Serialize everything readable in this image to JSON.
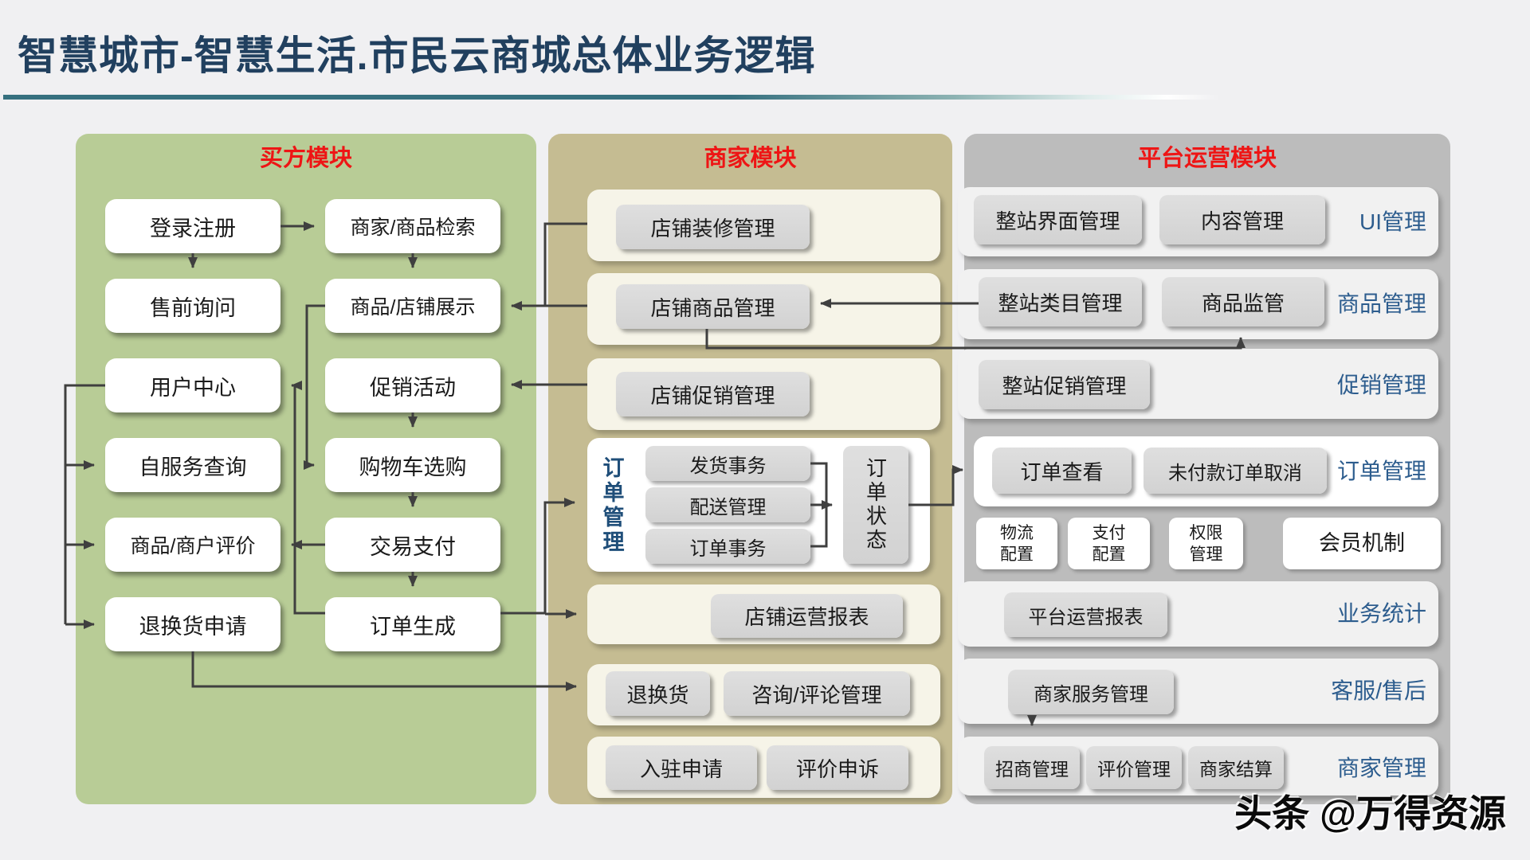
{
  "page": {
    "title": "智慧城市-智慧生活.市民云商城总体业务逻辑",
    "watermark": "头条 @万得资源"
  },
  "colors": {
    "title_navy": "#21405f",
    "rule_teal": "#36707f",
    "module_title_red": "#ee1515",
    "buyer_panel_green": "#b8cc96",
    "merchant_panel_olive": "#c5bc92",
    "platform_panel_gray": "#bcbcbc",
    "band_cream": "#f6f4e8",
    "band_light": "#f1f1f1",
    "box_gray": "#d6d6d6",
    "label_blue": "#2d5d8e",
    "connector": "#3f3f3f"
  },
  "buyer": {
    "title": "买方模块",
    "colA": [
      "登录注册",
      "售前询问",
      "用户中心",
      "自服务查询",
      "商品/商户评价",
      "退换货申请"
    ],
    "colB": [
      "商家/商品检索",
      "商品/店铺展示",
      "促销活动",
      "购物车选购",
      "交易支付",
      "订单生成"
    ]
  },
  "merchant": {
    "title": "商家模块",
    "shop_rows": [
      "店铺装修管理",
      "店铺商品管理",
      "店铺促销管理"
    ],
    "order_group": {
      "side_label": "订单管理",
      "tasks": [
        "发货事务",
        "配送管理",
        "订单事务"
      ],
      "status_box": "订单状态"
    },
    "report_box": "店铺运营报表",
    "service_row": [
      "退换货",
      "咨询/评论管理"
    ],
    "entry_row": [
      "入驻申请",
      "评价申诉"
    ]
  },
  "platform": {
    "title": "平台运营模块",
    "rows": [
      {
        "boxes": [
          "整站界面管理",
          "内容管理"
        ],
        "label": "UI管理"
      },
      {
        "boxes": [
          "整站类目管理",
          "商品监管"
        ],
        "label": "商品管理"
      },
      {
        "boxes": [
          "整站促销管理"
        ],
        "label": "促销管理"
      },
      {
        "boxes": [
          "订单查看",
          "未付款订单取消"
        ],
        "label": "订单管理"
      },
      {
        "boxes": [
          "平台运营报表"
        ],
        "label": "业务统计"
      },
      {
        "boxes": [
          "商家服务管理"
        ],
        "label": "客服/售后"
      },
      {
        "boxes": [
          "招商管理",
          "评价管理",
          "商家结算"
        ],
        "label": "商家管理"
      }
    ],
    "config_row": [
      "物流配置",
      "支付配置",
      "权限管理",
      "会员机制"
    ]
  }
}
